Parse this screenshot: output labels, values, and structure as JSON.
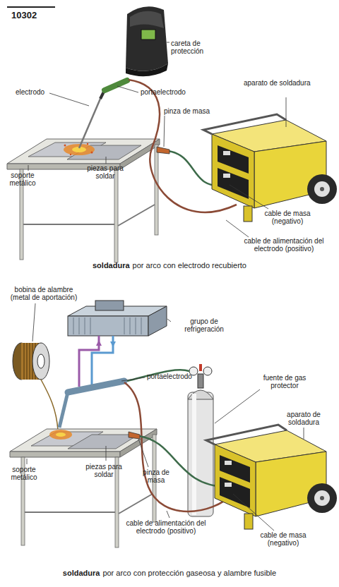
{
  "diagram": {
    "labels": [
      "10302",
      "careta de protección",
      "electrodo",
      "portaelectrodo",
      "aparato de soldadura",
      "pinza de masa",
      "soporte metálico",
      "piezas para soldar",
      "cable de masa (negativo)",
      "cable de alimentación del electrodo (positivo)",
      "soldadura",
      "por arco con electrodo recubierto",
      "bobina de alambre (metal de aportación)",
      "grupo de refrigeración",
      "portaelectrodo",
      "fuente de gas protector",
      "aparato de soldadura",
      "soporte metálico",
      "piezas para soldar",
      "pinza de masa",
      "cable de alimentación del electrodo (positivo)",
      "cable de masa (negativo)",
      "soldadura",
      "por arco con protección gaseosa y alambre fusible"
    ]
  }
}
